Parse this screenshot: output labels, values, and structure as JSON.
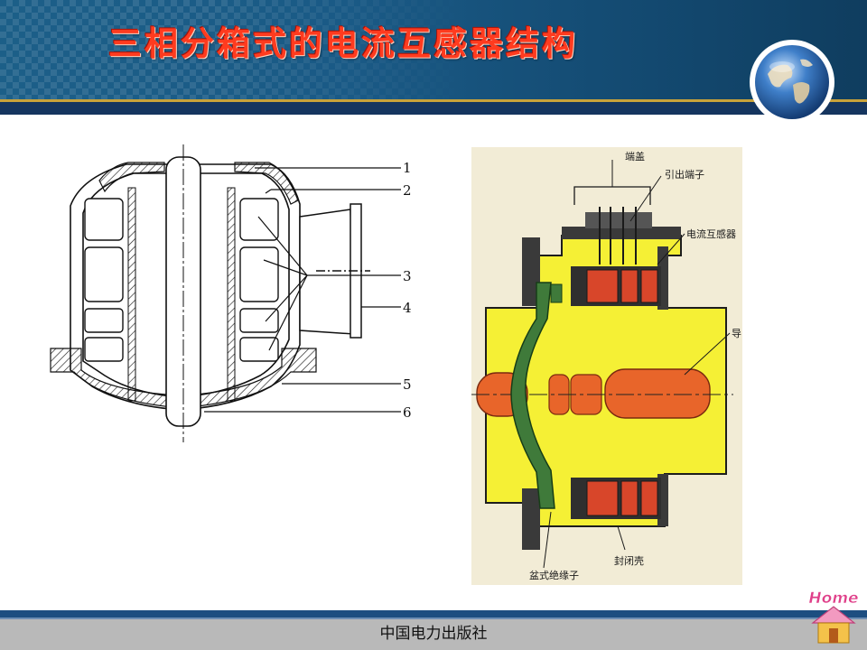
{
  "slide": {
    "title": "三相分箱式的电流互感器结构",
    "publisher": "中国电力出版社",
    "home_label": "Home"
  },
  "figure_left": {
    "callouts": [
      "1",
      "2",
      "3",
      "4",
      "5",
      "6"
    ]
  },
  "figure_right": {
    "labels": {
      "end_cover": "端盖",
      "lead_terminal": "引出端子",
      "current_transformer": "电流互感器",
      "conductor": "导",
      "basin_insulator": "盆式绝缘子",
      "sealed_shell": "封闭壳"
    }
  },
  "colors": {
    "header_blue": "#1a5a86",
    "title_red": "#ff3b1f",
    "housing_yellow": "#f5f035",
    "conductor_orange": "#e8652a",
    "insulator_green": "#3f7a3a",
    "footer_navy": "#1d4e80"
  }
}
